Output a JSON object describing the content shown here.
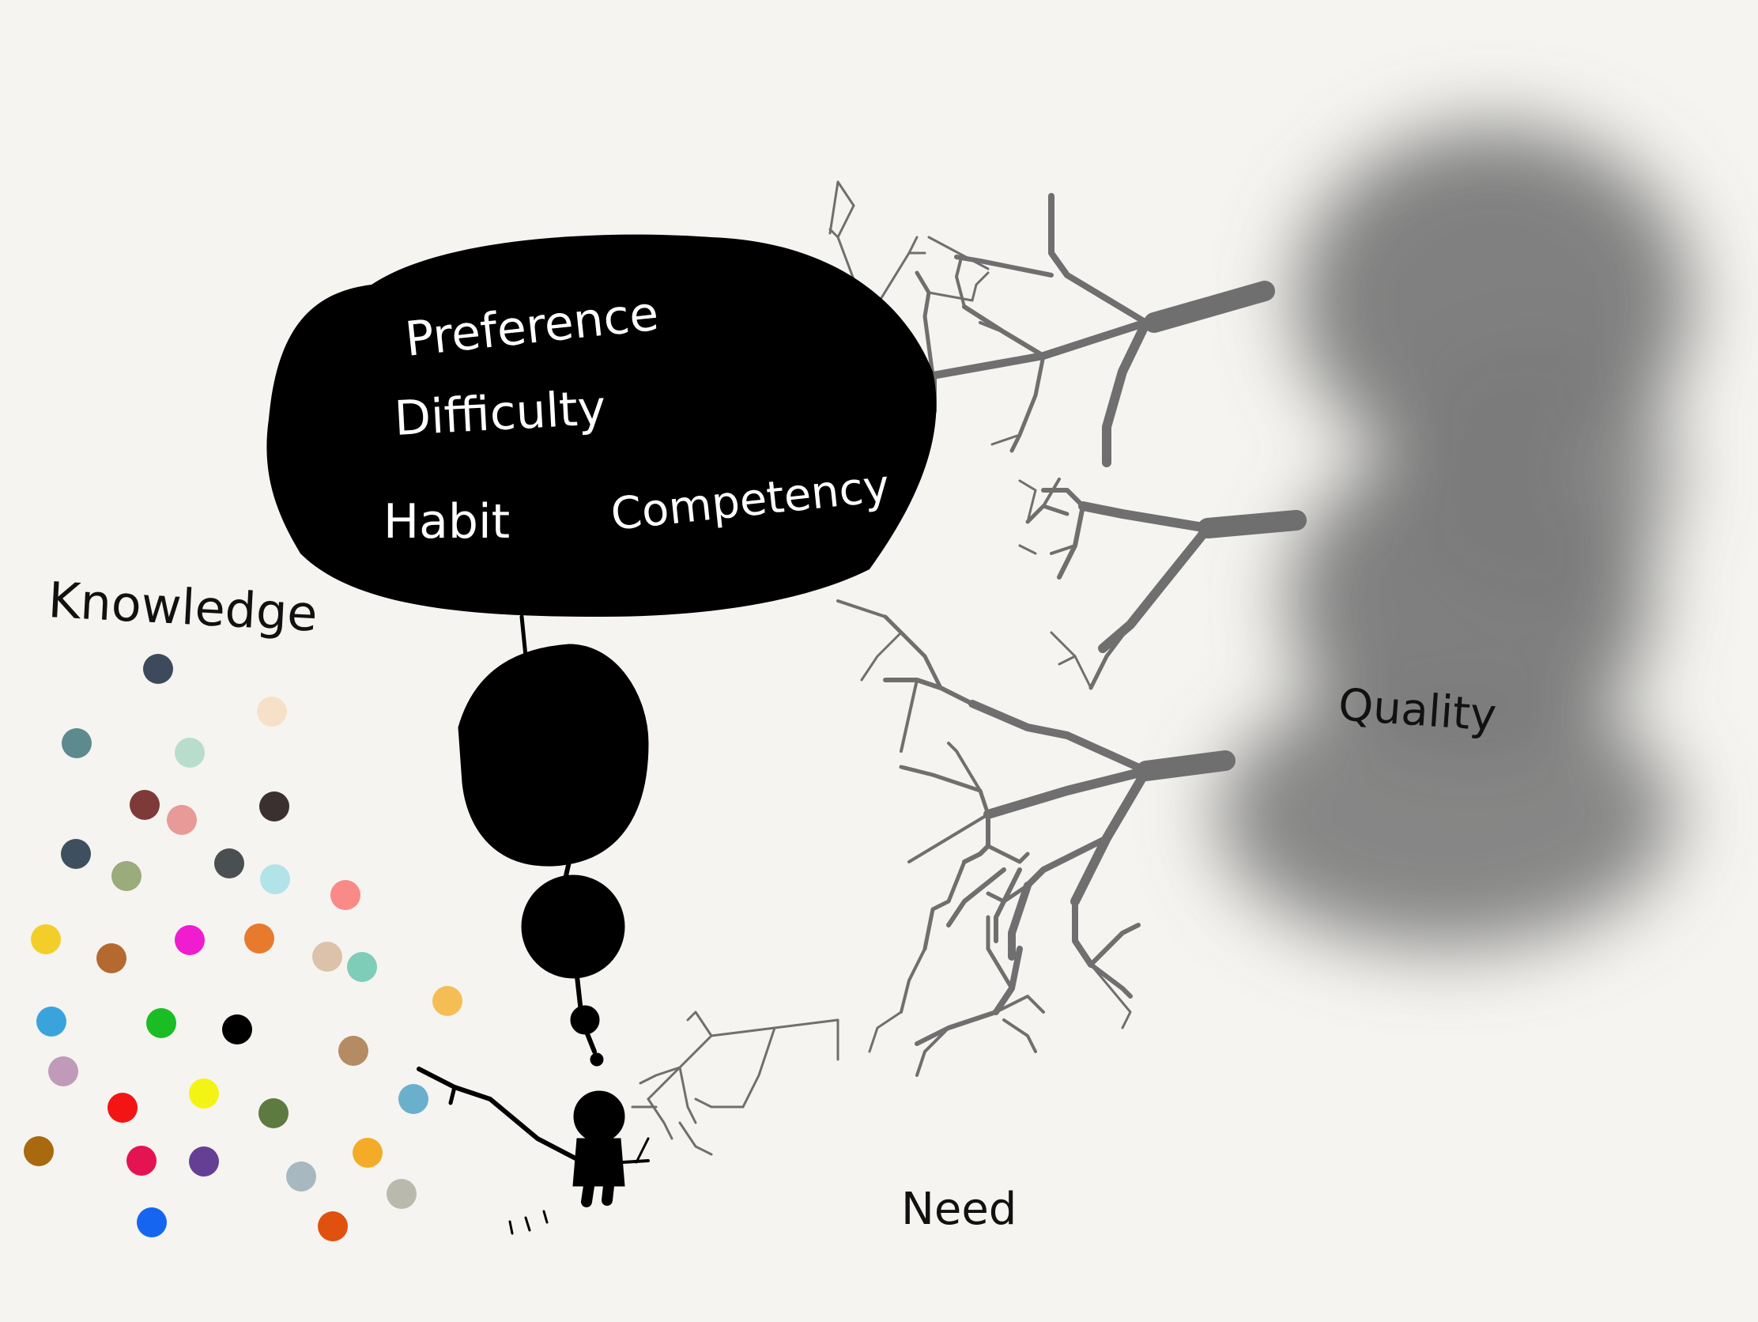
{
  "labels": {
    "knowledge": "Knowledge",
    "need": "Need",
    "quality": "Quality"
  },
  "thought_bubble": {
    "words": [
      "Preference",
      "Difficulty",
      "Habit",
      "Competency"
    ]
  },
  "colors": {
    "background": "#f5f4f0",
    "ink": "#000000",
    "branch": "#6e6e6e",
    "cloud": "#7d7d7d"
  },
  "knowledge_dot_colors": [
    "#3c4a5c",
    "#f6e1c8",
    "#5d8a8f",
    "#b9ddcc",
    "#7e3a38",
    "#e89a98",
    "#3b3030",
    "#3e5060",
    "#9aab7c",
    "#4a5052",
    "#b1e3e8",
    "#f98a88",
    "#f4ce28",
    "#b4692f",
    "#f01cd0",
    "#e87a2e",
    "#dcc2a8",
    "#7ecdb8",
    "#f4be55",
    "#3aa3dc",
    "#1bbd24",
    "#000000",
    "#b58b64",
    "#c09ab8",
    "#f51414",
    "#f4f414",
    "#5d7a41",
    "#6ab0cc",
    "#a8690f",
    "#e41452",
    "#653f94",
    "#a7b8c0",
    "#f4ac28",
    "#b9b9ad",
    "#1565f0",
    "#e0500f"
  ]
}
